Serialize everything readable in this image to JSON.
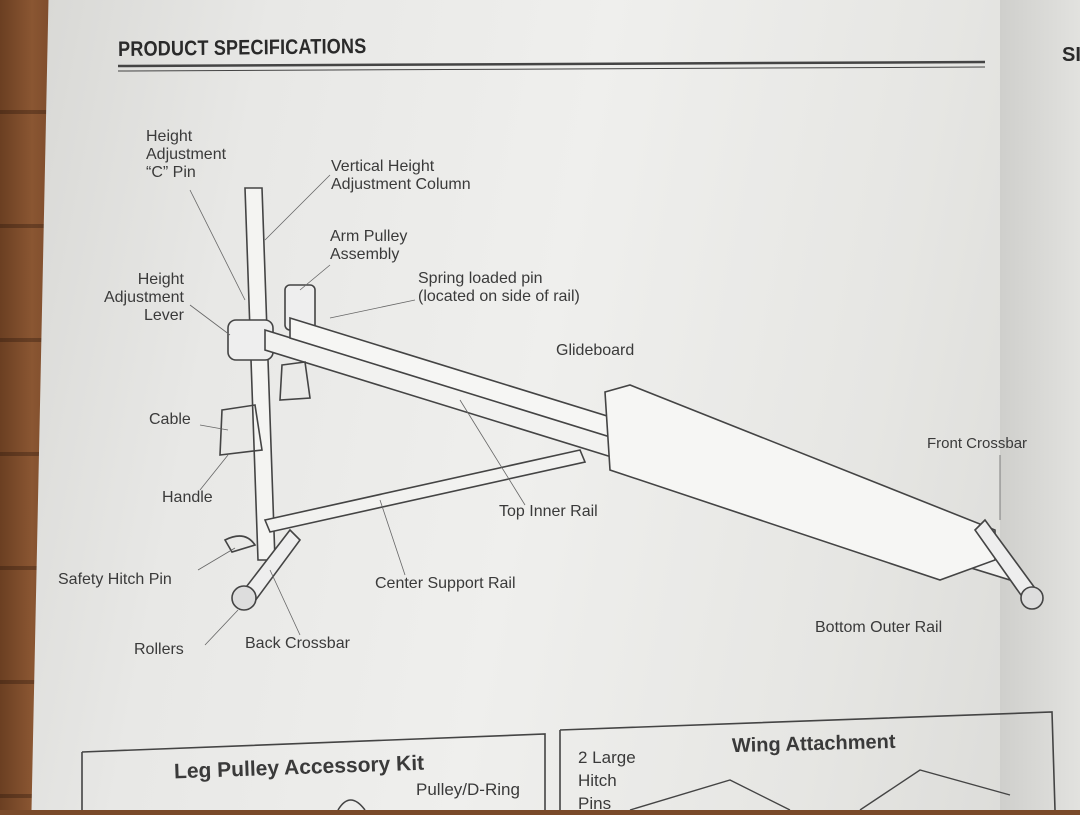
{
  "header": {
    "title": "PRODUCT SPECIFICATIONS",
    "next_page_title": "SI"
  },
  "labels": {
    "height_pin": [
      "Height",
      "Adjustment",
      "“C” Pin"
    ],
    "vertical_column": [
      "Vertical Height",
      "Adjustment Column"
    ],
    "arm_pulley": [
      "Arm Pulley",
      "Assembly"
    ],
    "spring_pin": [
      "Spring loaded pin",
      "(located on side of rail)"
    ],
    "height_lever": [
      "Height",
      "Adjustment",
      "Lever"
    ],
    "glideboard": "Glideboard",
    "cable": "Cable",
    "front_crossbar": "Front Crossbar",
    "handle": "Handle",
    "top_inner_rail": "Top Inner Rail",
    "safety_pin": "Safety Hitch Pin",
    "center_rail": "Center Support Rail",
    "rollers": "Rollers",
    "back_crossbar": "Back Crossbar",
    "bottom_rail": "Bottom Outer Rail"
  },
  "accessories": {
    "leg_kit": {
      "title": "Leg Pulley Accessory Kit",
      "item": "Pulley/D-Ring"
    },
    "wing": {
      "title": "Wing Attachment",
      "pins": [
        "2 Large",
        "Hitch",
        "Pins"
      ]
    }
  }
}
